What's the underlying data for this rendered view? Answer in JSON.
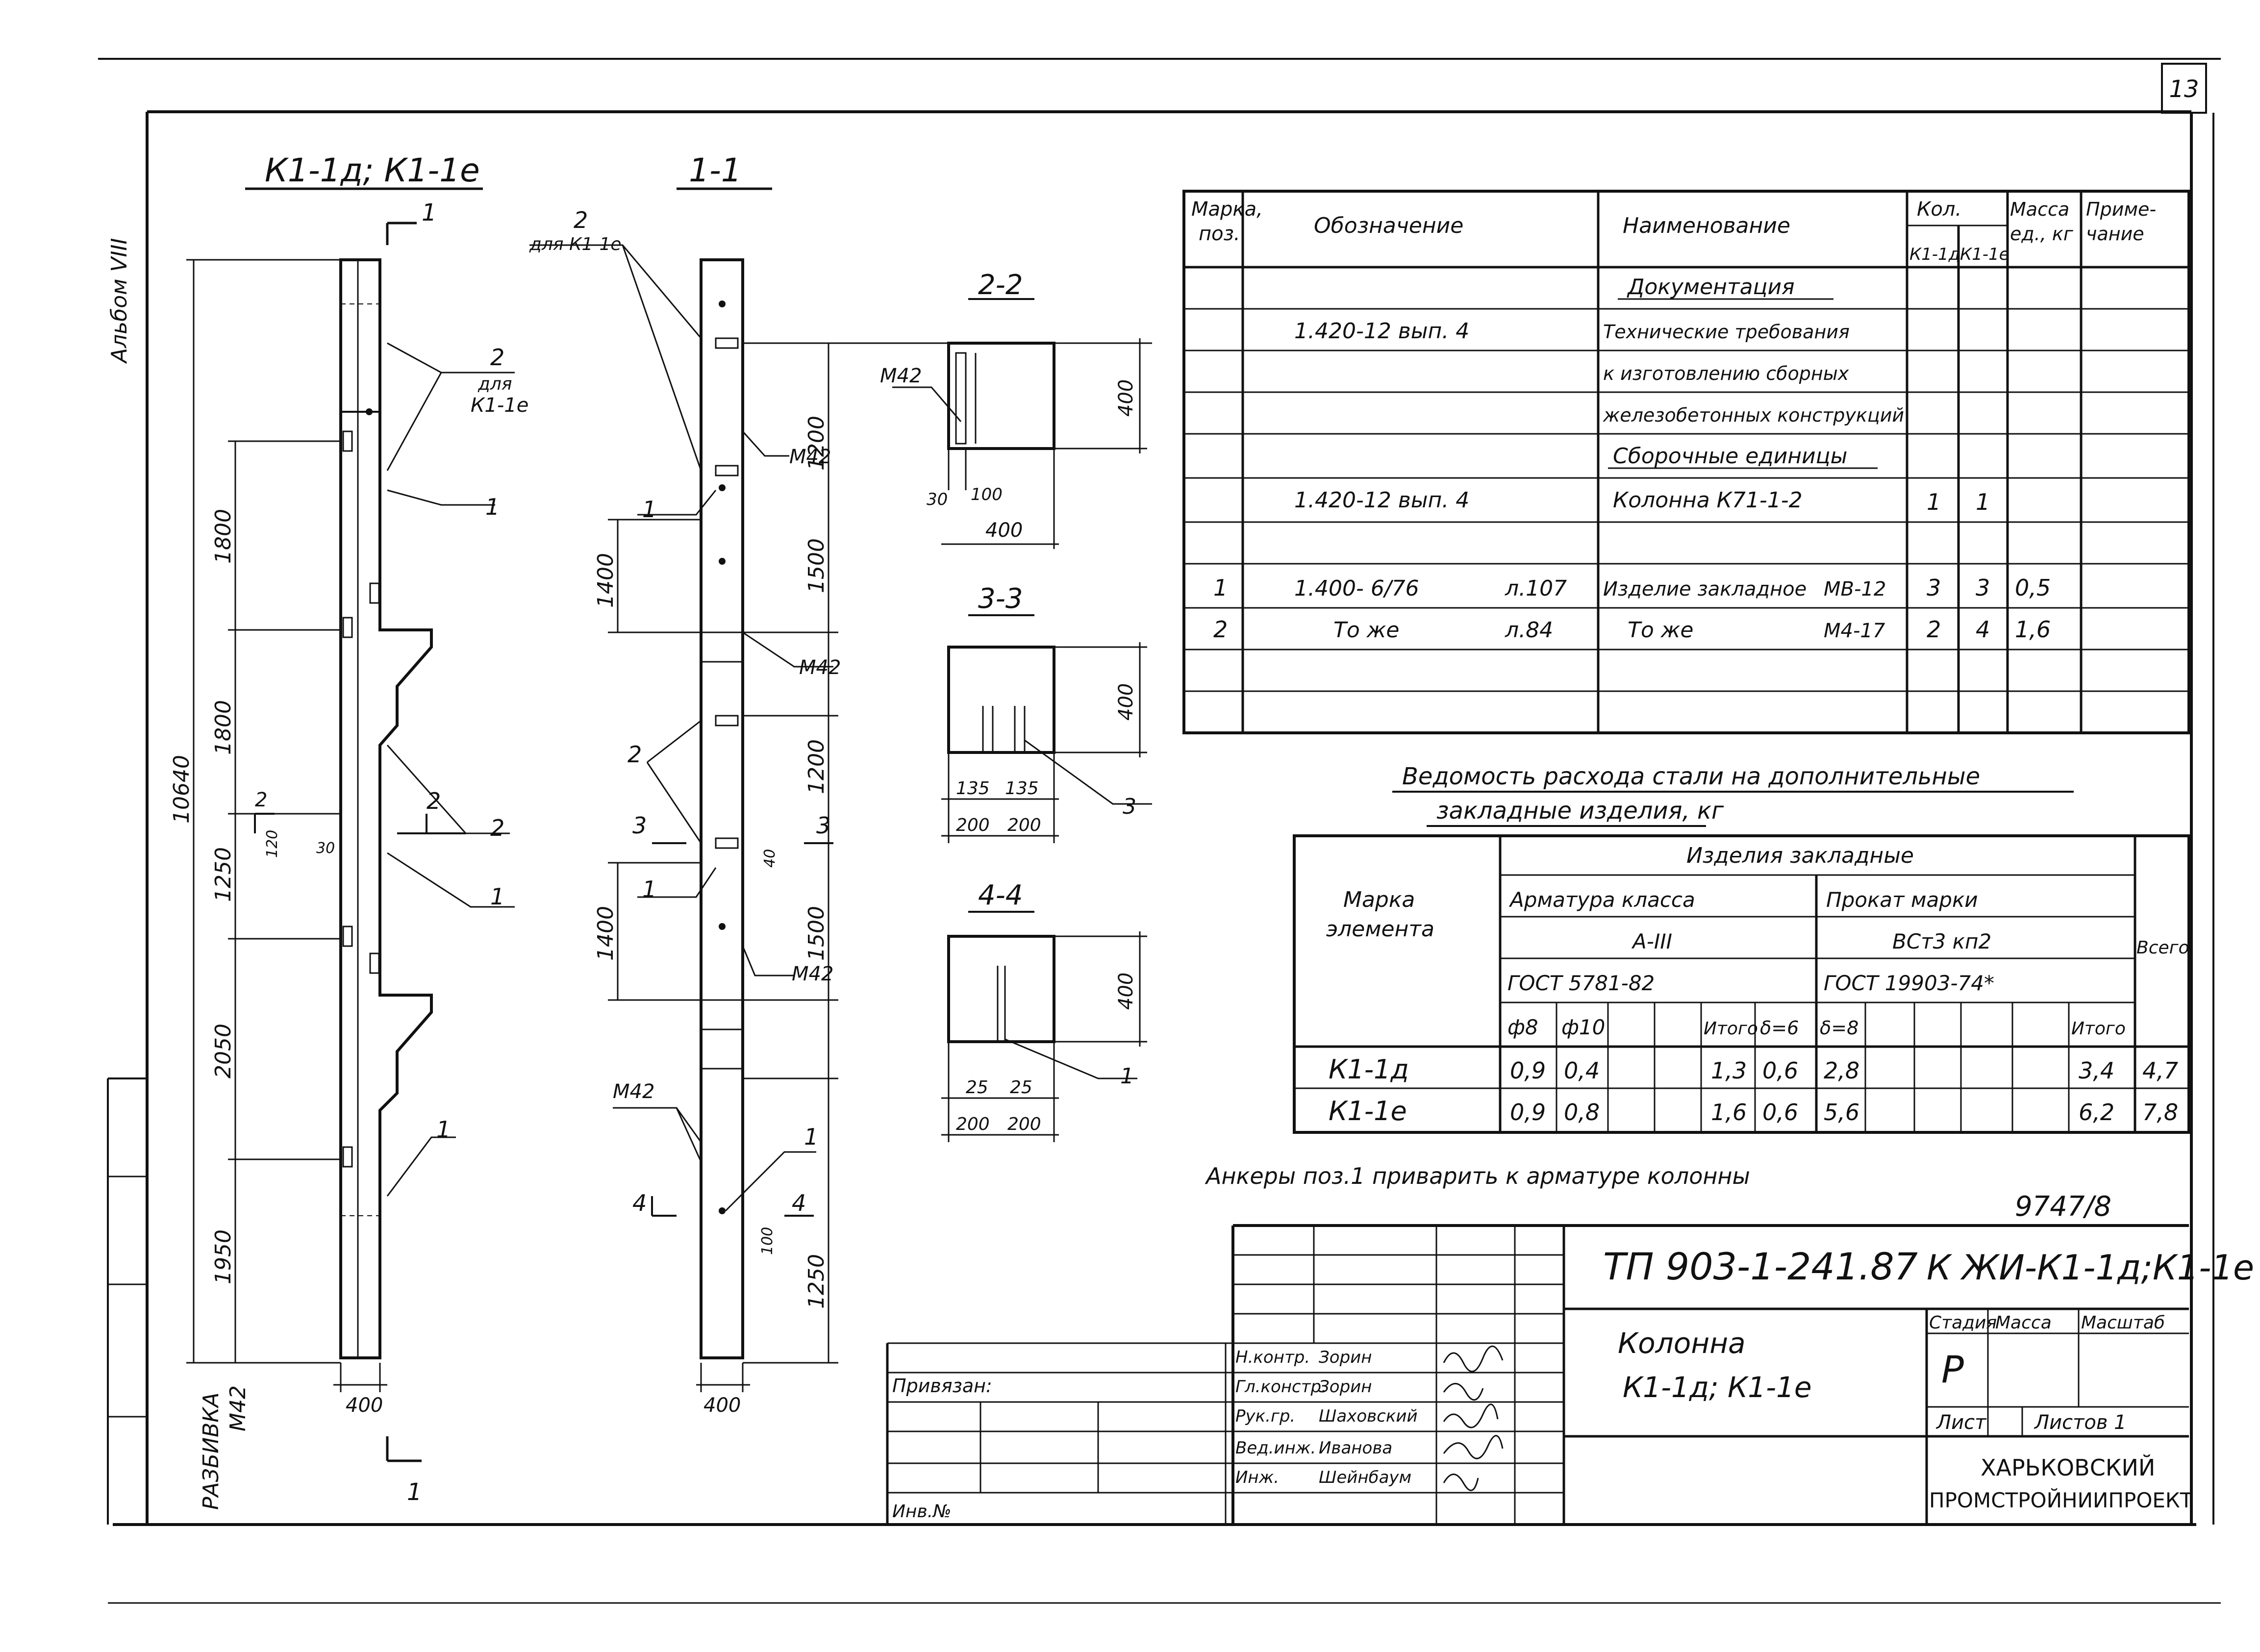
{
  "sheet": {
    "number": "13",
    "album": "Альбом VIII"
  },
  "views": {
    "elevation_title": "К1-1д; К1-1е",
    "section11_title": "1-1",
    "s22": "2-2",
    "s33": "3-3",
    "s44": "4-4",
    "cut1": "1",
    "dims_left": [
      "10640",
      "1800",
      "1800",
      "1250",
      "2050",
      "1950"
    ],
    "width": "400",
    "breakdown": "РАЗБИВКА",
    "m42": "М42",
    "lbl_1": "1",
    "lbl_2": "2",
    "lbl_3": "3",
    "lbl_4": "4",
    "for_k11e": "для К1-1е",
    "for_k11e_b": "для",
    "for_k11e_c": "К1-1е",
    "small_120": "120",
    "small_30": "30",
    "small_40": "40",
    "dims_mid": [
      "1200",
      "1500",
      "1200",
      "1500",
      "1250"
    ],
    "dim_1400": "1400",
    "dim_100": "100",
    "dims_sec": {
      "d400": "400",
      "d30": "30",
      "d100": "100",
      "d135": "135",
      "d200": "200",
      "d25": "25"
    }
  },
  "spec": {
    "headers": {
      "mark": "Марка, поз.",
      "designation": "Обозначение",
      "name": "Наименование",
      "qty": "Кол.",
      "qty_a": "К1-1д",
      "qty_b": "К1-1е",
      "mass": "Масса ед., кг",
      "note": "Приме-чание"
    },
    "section_docs": "Документация",
    "doc_designation": "1.420-12 вып. 4",
    "doc_name": [
      "Технические требования",
      "к изготовлению сборных",
      "железобетонных конструкций"
    ],
    "section_units": "Сборочные единицы",
    "unit_designation": "1.420-12 вып. 4",
    "unit_name": "Колонна К71-1-2",
    "unit_qa": "1",
    "unit_qb": "1",
    "rows": [
      {
        "mark": "1",
        "designation": "1.400- 6/76",
        "sheet": "л.107",
        "name": "Изделие закладное",
        "code": "МВ-12",
        "qa": "3",
        "qb": "3",
        "mass": "0,5"
      },
      {
        "mark": "2",
        "designation": "То же",
        "sheet": "л.84",
        "name": "То же",
        "code": "М4-17",
        "qa": "2",
        "qb": "4",
        "mass": "1,6"
      }
    ]
  },
  "steel": {
    "title_1": "Ведомость расхода стали на дополнительные",
    "title_2": "закладные изделия, кг",
    "h_mark": "Марка элемента",
    "h_group": "Изделия закладные",
    "h_arm": "Арматура класса",
    "h_arm_cls": "А-III",
    "h_arm_gost": "ГОСТ 5781-82",
    "h_prok": "Прокат марки",
    "h_prok_cls": "ВСт3 кп2",
    "h_prok_gost": "ГОСТ 19903-74*",
    "h_total": "Всего",
    "cols": [
      "ф8",
      "ф10",
      "",
      "",
      "Итого",
      "δ=6",
      "δ=8",
      "",
      "",
      "Итого"
    ],
    "rows": [
      {
        "mark": "К1-1д",
        "v": [
          "0,9",
          "0,4",
          "",
          "",
          "1,3",
          "0,6",
          "2,8",
          "",
          "",
          "3,4"
        ],
        "total": "4,7"
      },
      {
        "mark": "К1-1е",
        "v": [
          "0,9",
          "0,8",
          "",
          "",
          "1,6",
          "0,6",
          "5,6",
          "",
          "",
          "6,2"
        ],
        "total": "7,8"
      }
    ]
  },
  "note": "Анкеры поз.1 приварить к арматуре колонны",
  "stamp": {
    "code_top": "9747/8",
    "project": "ТП 903-1-241.87",
    "sheet_code": "К ЖИ-К1-1д;К1-1е",
    "title_1": "Колонна",
    "title_2": "К1-1д; К1-1е",
    "stage_h": "Стадия",
    "mass_h": "Масса",
    "scale_h": "Масштаб",
    "stage": "Р",
    "list_h": "Лист",
    "lists_h": "Листов 1",
    "org_1": "ХАРЬКОВСКИЙ",
    "org_2": "ПРОМСТРОЙНИИПРОЕКТ",
    "privyazan": "Привязан:",
    "inv": "Инв.№",
    "roles": [
      {
        "role": "Н.контр.",
        "name": "Зорин"
      },
      {
        "role": "Гл.констр.",
        "name": "Зорин"
      },
      {
        "role": "Рук.гр.",
        "name": "Шаховский"
      },
      {
        "role": "Вед.инж.",
        "name": "Иванова"
      },
      {
        "role": "Инж.",
        "name": "Шейнбаум"
      }
    ]
  }
}
